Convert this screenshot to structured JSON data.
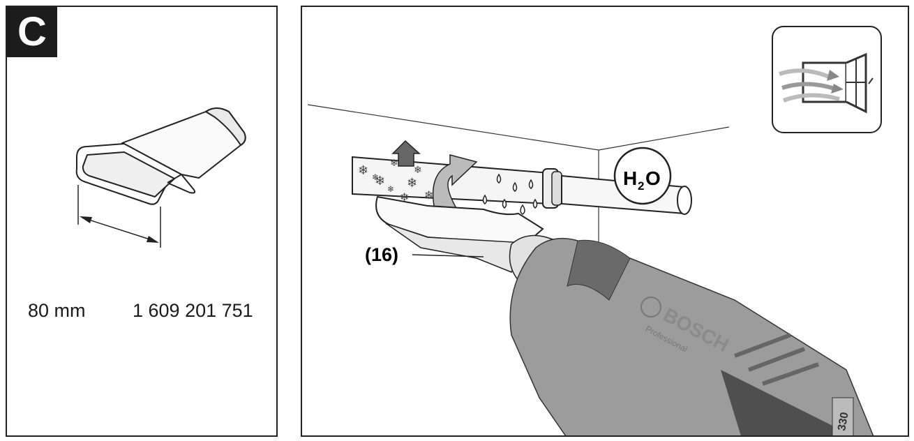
{
  "figure": {
    "panel_letter": "C",
    "accessory": {
      "width": "80 mm",
      "part_number": "1 609 201 751"
    },
    "callout_label": "(16)",
    "water_label_main": "H",
    "water_label_sub": "2",
    "water_label_end": "O",
    "brand": "BOSCH",
    "product_line": "Professional",
    "display_text": "330"
  },
  "icons": [
    "ventilation-window-icon",
    "snowflake-icon",
    "water-drop-icon",
    "hot-air-arrow-icon"
  ],
  "colors": {
    "ink": "#1c1c1c",
    "gun_body": "#9a9a9a",
    "gun_dark": "#5a5a5a",
    "pipe": "#f4f4f4"
  }
}
